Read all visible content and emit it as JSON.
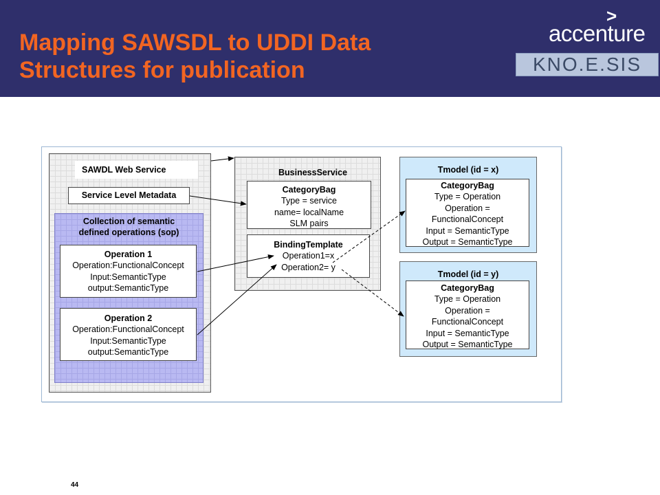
{
  "slide": {
    "title_line1": "Mapping SAWSDL to UDDI Data",
    "title_line2": "Structures for publication",
    "page_number": "44"
  },
  "logos": {
    "accenture": "accenture",
    "accenture_glyph": ">",
    "knoesis": "KNO.E.SIS"
  },
  "diagram": {
    "web_service": {
      "label": "SAWDL Web Service",
      "metadata_label": "Service Level Metadata",
      "collection_title": [
        "Collection of semantic",
        "defined operations (sop)"
      ],
      "operations": [
        {
          "title": "Operation 1",
          "lines": [
            "Operation:FunctionalConcept",
            "Input:SemanticType",
            "output:SemanticType"
          ]
        },
        {
          "title": "Operation 2",
          "lines": [
            "Operation:FunctionalConcept",
            "Input:SemanticType",
            "output:SemanticType"
          ]
        }
      ]
    },
    "business_service": {
      "title": "BusinessService",
      "category_bag": {
        "title": "CategoryBag",
        "lines": [
          "Type = service",
          "name= localName",
          "SLM pairs"
        ]
      },
      "binding_template": {
        "title": "BindingTemplate",
        "lines": [
          "Operation1=x",
          "Operation2= y"
        ]
      }
    },
    "tmodels": [
      {
        "title": "Tmodel (id = x)",
        "bag_title": "CategoryBag",
        "lines": [
          "Type = Operation",
          "Operation =",
          "FunctionalConcept",
          "Input = SemanticType",
          "Output = SemanticType"
        ]
      },
      {
        "title": "Tmodel (id = y)",
        "bag_title": "CategoryBag",
        "lines": [
          "Type = Operation",
          "Operation =",
          "FunctionalConcept",
          "Input = SemanticType",
          "Output = SemanticType"
        ]
      }
    ]
  }
}
